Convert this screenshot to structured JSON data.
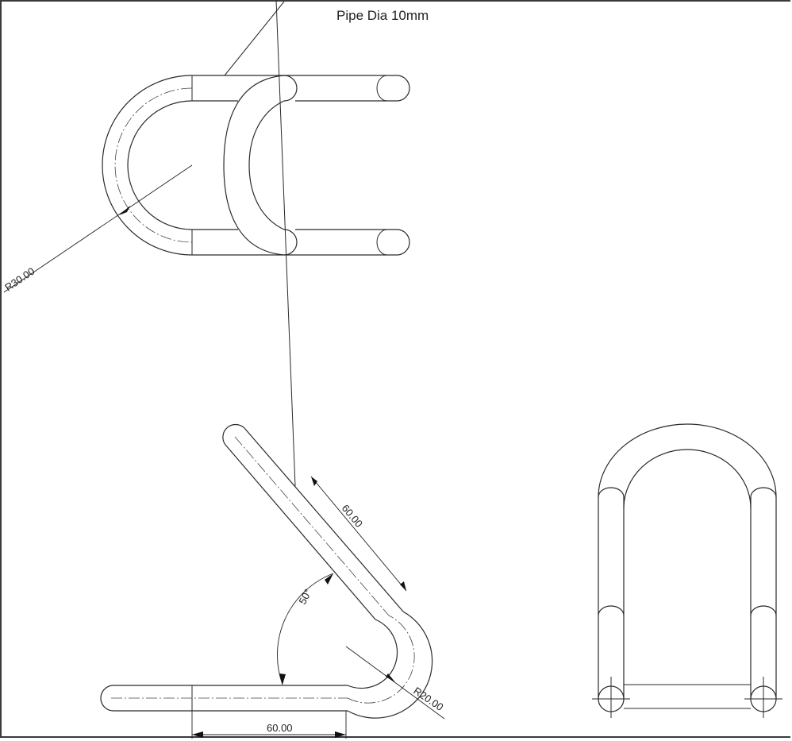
{
  "title": "Pipe Dia 10mm",
  "dimensions": {
    "top_radius": "R30.00",
    "leg_length": "60.00",
    "base_length": "60.00",
    "bend_angle": "50°",
    "bend_radius": "R20.00"
  }
}
